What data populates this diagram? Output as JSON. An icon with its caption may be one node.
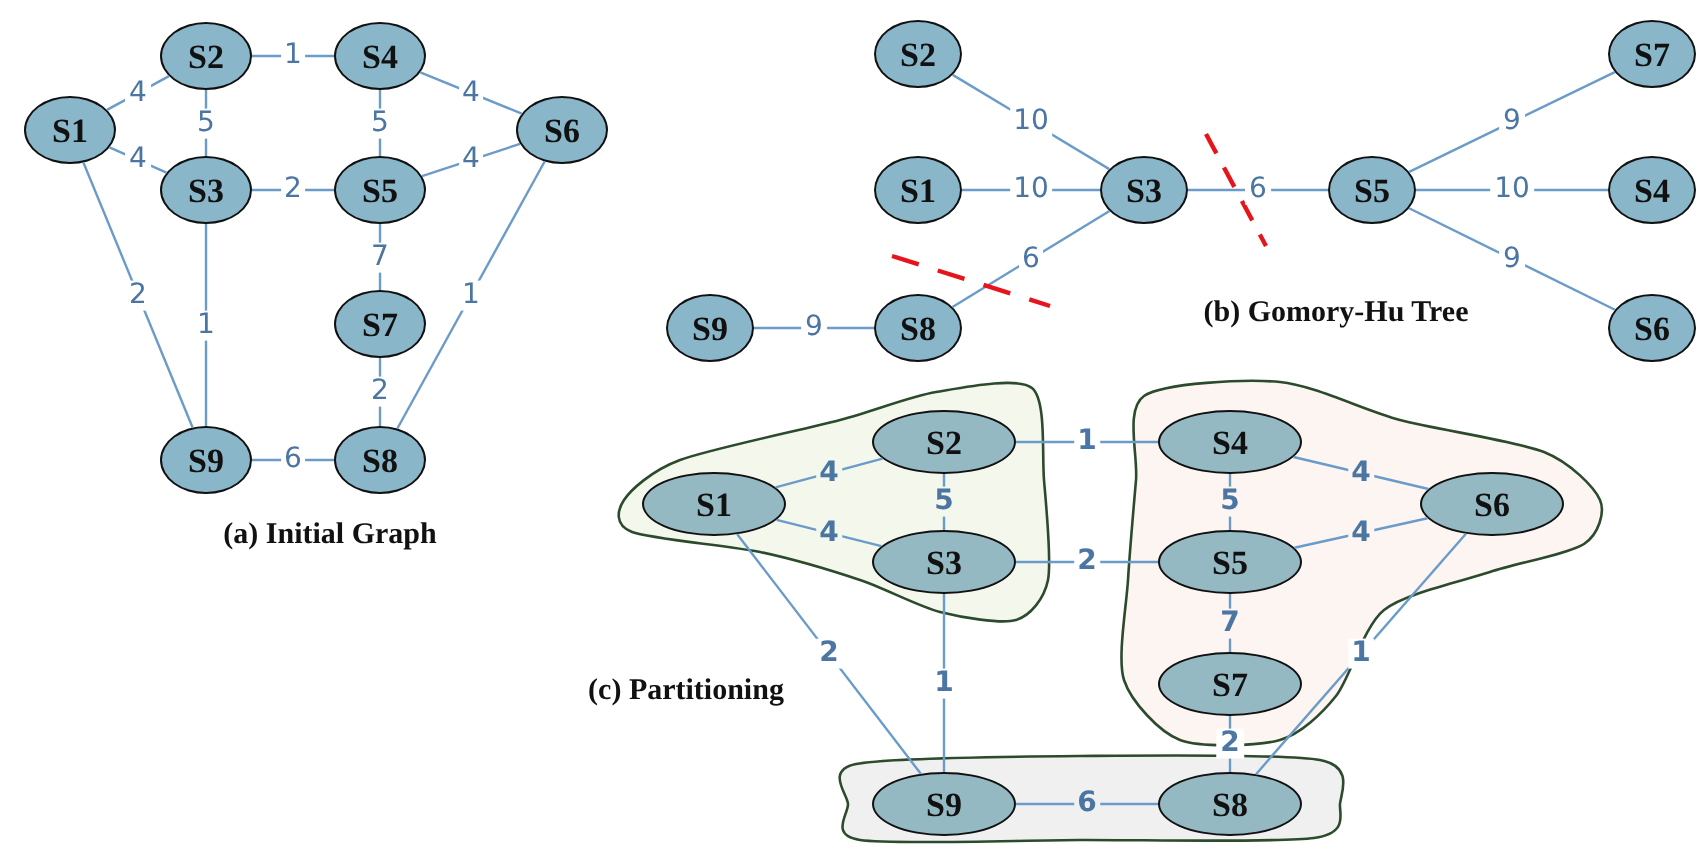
{
  "diagram": {
    "nodes": [
      {
        "text": [
          "S2"
        ]
      },
      {
        "text": [
          "S4"
        ]
      },
      {
        "text": [
          "S1"
        ]
      },
      {
        "text": [
          "S6"
        ]
      },
      {
        "text": [
          "S3"
        ]
      },
      {
        "text": [
          "S5"
        ]
      },
      {
        "text": [
          "S7"
        ]
      },
      {
        "text": [
          "S9"
        ]
      },
      {
        "text": [
          "S8"
        ]
      },
      {
        "text": [
          "S2"
        ]
      },
      {
        "text": [
          "S7"
        ]
      },
      {
        "text": [
          "S1"
        ]
      },
      {
        "text": [
          "S3"
        ]
      },
      {
        "text": [
          "S5"
        ]
      },
      {
        "text": [
          "S4"
        ]
      },
      {
        "text": [
          "S9"
        ]
      },
      {
        "text": [
          "S8"
        ]
      },
      {
        "text": [
          "S6"
        ]
      },
      {
        "text": [],
        "shape": "blob"
      },
      {
        "text": [
          "S2"
        ],
        "in": 18
      },
      {
        "text": [
          "S1"
        ],
        "in": 18
      },
      {
        "text": [
          "S3"
        ],
        "in": 18
      },
      {
        "text": [],
        "shape": "blob"
      },
      {
        "text": [
          "S4"
        ],
        "in": 22
      },
      {
        "text": [
          "S6"
        ],
        "in": 22
      },
      {
        "text": [
          "S5"
        ],
        "in": 22
      },
      {
        "text": [
          "S7"
        ],
        "in": 22
      },
      {
        "text": [],
        "shape": "blob"
      },
      {
        "text": [
          "S9"
        ],
        "in": 27
      },
      {
        "text": [
          "S8"
        ],
        "in": 27
      }
    ],
    "edges": [
      {
        "from": 2,
        "to": 0,
        "label": "4",
        "arrow": "none"
      },
      {
        "from": 2,
        "to": 4,
        "label": "4",
        "arrow": "none"
      },
      {
        "from": 0,
        "to": 1,
        "label": "1",
        "arrow": "none"
      },
      {
        "from": 0,
        "to": 4,
        "label": "5",
        "arrow": "none"
      },
      {
        "from": 1,
        "to": 5,
        "label": "5",
        "arrow": "none"
      },
      {
        "from": 1,
        "to": 3,
        "label": "4",
        "arrow": "none"
      },
      {
        "from": 4,
        "to": 5,
        "label": "2",
        "arrow": "none"
      },
      {
        "from": 5,
        "to": 3,
        "label": "4",
        "arrow": "none"
      },
      {
        "from": 5,
        "to": 6,
        "label": "7",
        "arrow": "none"
      },
      {
        "from": 6,
        "to": 8,
        "label": "2",
        "arrow": "none"
      },
      {
        "from": 2,
        "to": 7,
        "label": "2",
        "arrow": "none"
      },
      {
        "from": 4,
        "to": 7,
        "label": "1",
        "arrow": "none"
      },
      {
        "from": 3,
        "to": 8,
        "label": "1",
        "arrow": "none"
      },
      {
        "from": 7,
        "to": 8,
        "label": "6",
        "arrow": "none"
      },
      {
        "from": 9,
        "to": 12,
        "label": "10",
        "arrow": "none"
      },
      {
        "from": 11,
        "to": 12,
        "label": "10",
        "arrow": "none"
      },
      {
        "from": 12,
        "to": 16,
        "label": "6",
        "arrow": "none"
      },
      {
        "from": 15,
        "to": 16,
        "label": "9",
        "arrow": "none"
      },
      {
        "from": 12,
        "to": 13,
        "label": "6",
        "arrow": "none"
      },
      {
        "from": 13,
        "to": 10,
        "label": "9",
        "arrow": "none"
      },
      {
        "from": 13,
        "to": 14,
        "label": "10",
        "arrow": "none"
      },
      {
        "from": 13,
        "to": 17,
        "label": "9",
        "arrow": "none"
      },
      {
        "from": 20,
        "to": 19,
        "label": "4",
        "arrow": "none"
      },
      {
        "from": 20,
        "to": 21,
        "label": "4",
        "arrow": "none"
      },
      {
        "from": 19,
        "to": 21,
        "label": "5",
        "arrow": "none"
      },
      {
        "from": 19,
        "to": 23,
        "label": "1",
        "arrow": "none"
      },
      {
        "from": 21,
        "to": 25,
        "label": "2",
        "arrow": "none"
      },
      {
        "from": 23,
        "to": 25,
        "label": "5",
        "arrow": "none"
      },
      {
        "from": 23,
        "to": 24,
        "label": "4",
        "arrow": "none"
      },
      {
        "from": 25,
        "to": 24,
        "label": "4",
        "arrow": "none"
      },
      {
        "from": 25,
        "to": 26,
        "label": "7",
        "arrow": "none"
      },
      {
        "from": 26,
        "to": 29,
        "label": "2",
        "arrow": "none"
      },
      {
        "from": 20,
        "to": 28,
        "label": "2",
        "arrow": "none"
      },
      {
        "from": 21,
        "to": 28,
        "label": "1",
        "arrow": "none"
      },
      {
        "from": 24,
        "to": 29,
        "label": "1",
        "arrow": "none"
      },
      {
        "from": 28,
        "to": 29,
        "label": "6",
        "arrow": "none"
      }
    ],
    "labels": [
      "(b) Gomory-Hu Tree",
      "(a) Initial Graph",
      "(c) Partitioning"
    ]
  }
}
